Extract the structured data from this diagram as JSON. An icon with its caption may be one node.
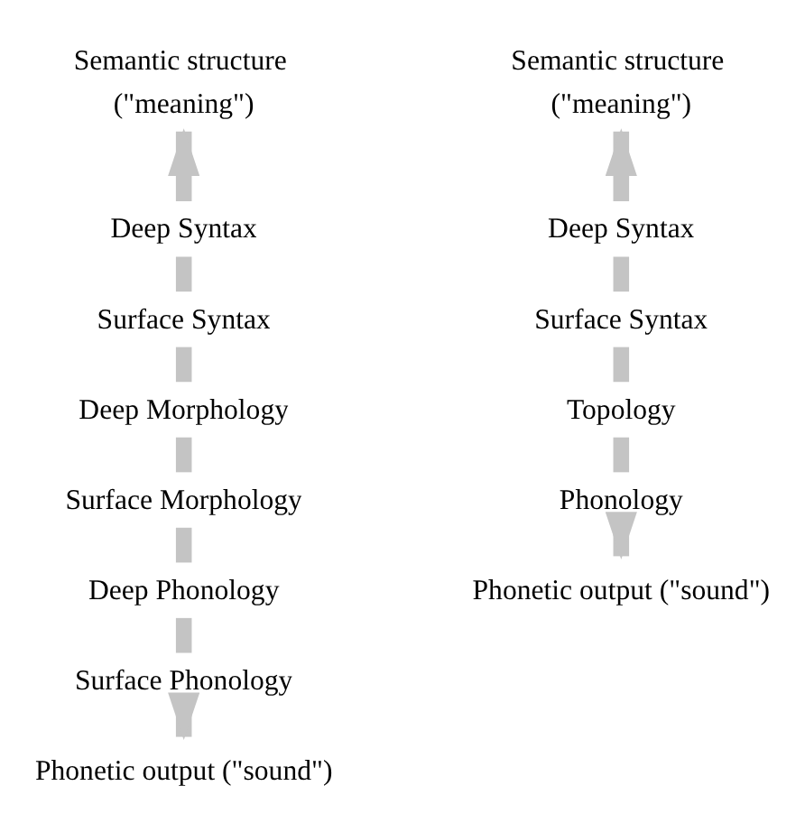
{
  "diagram": {
    "nodes": [
      {
        "text": [
          "Semantic structure (\"meaning\")"
        ]
      },
      {
        "text": [
          "Deep Syntax"
        ]
      },
      {
        "text": [
          "Surface Syntax"
        ]
      },
      {
        "text": [
          "Deep Morphology"
        ]
      },
      {
        "text": [
          "Surface Morphology"
        ]
      },
      {
        "text": [
          "Deep Phonology"
        ]
      },
      {
        "text": [
          "Surface Phonology"
        ]
      },
      {
        "text": [
          "Phonetic output (\"sound\")"
        ]
      },
      {
        "text": [
          "Semantic structure (\"meaning\")"
        ]
      },
      {
        "text": [
          "Deep Syntax"
        ]
      },
      {
        "text": [
          "Surface Syntax"
        ]
      },
      {
        "text": [
          "Topology"
        ]
      },
      {
        "text": [
          "Phonology"
        ]
      },
      {
        "text": [
          "Phonetic output (\"sound\")"
        ]
      }
    ],
    "edges": [
      {
        "from": 1,
        "to": 0,
        "arrow": "to"
      },
      {
        "from": 1,
        "to": 2,
        "arrow": "none"
      },
      {
        "from": 2,
        "to": 3,
        "arrow": "none"
      },
      {
        "from": 3,
        "to": 4,
        "arrow": "none"
      },
      {
        "from": 4,
        "to": 5,
        "arrow": "none"
      },
      {
        "from": 5,
        "to": 6,
        "arrow": "none"
      },
      {
        "from": 6,
        "to": 7,
        "arrow": "to"
      },
      {
        "from": 9,
        "to": 8,
        "arrow": "to"
      },
      {
        "from": 9,
        "to": 10,
        "arrow": "none"
      },
      {
        "from": 10,
        "to": 11,
        "arrow": "none"
      },
      {
        "from": 11,
        "to": 12,
        "arrow": "none"
      },
      {
        "from": 12,
        "to": 13,
        "arrow": "to"
      }
    ]
  }
}
